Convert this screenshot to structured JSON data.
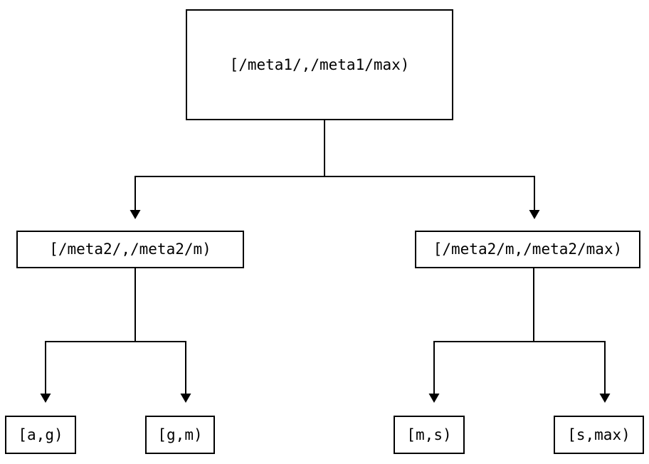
{
  "diagram": {
    "type": "tree",
    "levels": 3,
    "colors": {
      "line": "#000000",
      "text": "#000000",
      "background": "#ffffff",
      "node_fill": "#ffffff"
    },
    "nodes": {
      "root": {
        "label": "[/meta1/,/meta1/max)"
      },
      "meta2_low": {
        "label": "[/meta2/,/meta2/m)"
      },
      "meta2_high": {
        "label": "[/meta2/m,/meta2/max)"
      },
      "leaf_a_g": {
        "label": "[a,g)"
      },
      "leaf_g_m": {
        "label": "[g,m)"
      },
      "leaf_m_s": {
        "label": "[m,s)"
      },
      "leaf_s_max": {
        "label": "[s,max)"
      }
    },
    "edges": [
      {
        "from": "root",
        "to": "meta2_low"
      },
      {
        "from": "root",
        "to": "meta2_high"
      },
      {
        "from": "meta2_low",
        "to": "leaf_a_g"
      },
      {
        "from": "meta2_low",
        "to": "leaf_g_m"
      },
      {
        "from": "meta2_high",
        "to": "leaf_m_s"
      },
      {
        "from": "meta2_high",
        "to": "leaf_s_max"
      }
    ]
  }
}
